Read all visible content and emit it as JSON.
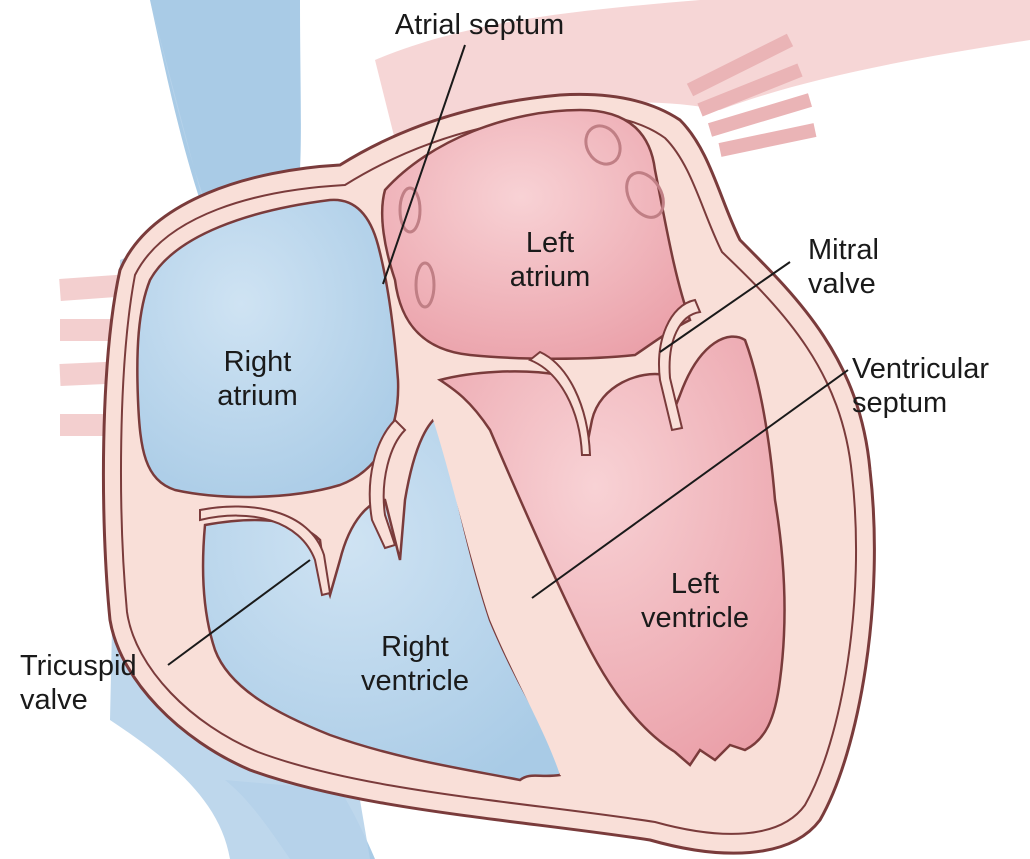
{
  "labels": {
    "atrial_septum": "Atrial septum",
    "left_atrium": [
      "Left",
      "atrium"
    ],
    "mitral_valve": [
      "Mitral",
      "valve"
    ],
    "ventricular_septum": [
      "Ventricular",
      "septum"
    ],
    "right_atrium": [
      "Right",
      "atrium"
    ],
    "tricuspid_valve": [
      "Tricuspid",
      "valve"
    ],
    "right_ventricle": [
      "Right",
      "ventricle"
    ],
    "left_ventricle": [
      "Left",
      "ventricle"
    ]
  },
  "colors": {
    "deoxygenated_blue": "#b9d6ec",
    "oxygenated_pink": "#f2b9bf",
    "wall_tissue": "#f8dcd5",
    "outline": "#7a3b3b"
  }
}
